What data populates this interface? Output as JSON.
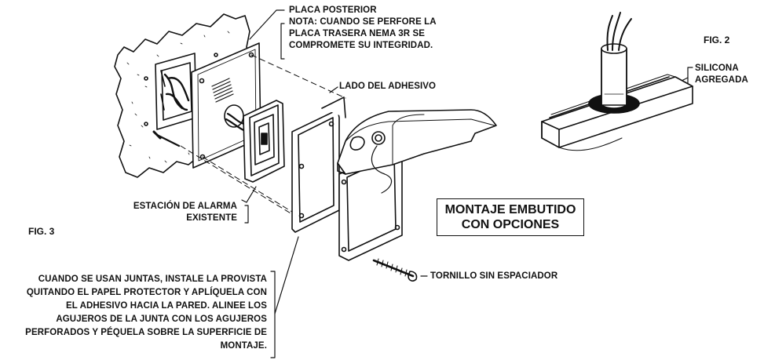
{
  "labels": {
    "back_plate_title": "PLACA POSTERIOR",
    "note_prefix": "NOTA:",
    "note_line1": " CUANDO SE PERFORE LA",
    "note_line2": "PLACA TRASERA NEMA 3R SE",
    "note_line3": "COMPROMETE SU INTEGRIDAD.",
    "adhesive_side": "LADO DEL ADHESIVO",
    "alarm_station_line1": "ESTACIÓN DE ALARMA",
    "alarm_station_line2": "EXISTENTE",
    "screw": "TORNILLO SIN ESPACIADOR",
    "silicone_line1": "SILICONA",
    "silicone_line2": "AGREGADA",
    "gasket_note": [
      "CUANDO SE USAN JUNTAS, INSTALE LA PROVISTA",
      "QUITANDO EL PAPEL PROTECTOR Y APLÍQUELA CON",
      "EL ADHESIVO HACIA LA PARED. ALINEE LOS",
      "AGUJEROS DE LA JUNTA CON LOS AGUJEROS",
      "PERFORADOS Y PÉQUELA SOBRE LA SUPERFICIE DE",
      "MONTAJE."
    ]
  },
  "titles": {
    "fig2": "FIG. 2",
    "fig3": "FIG. 3",
    "mounting_line1": "MONTAJE EMBUTIDO",
    "mounting_line2": "CON OPCIONES"
  }
}
